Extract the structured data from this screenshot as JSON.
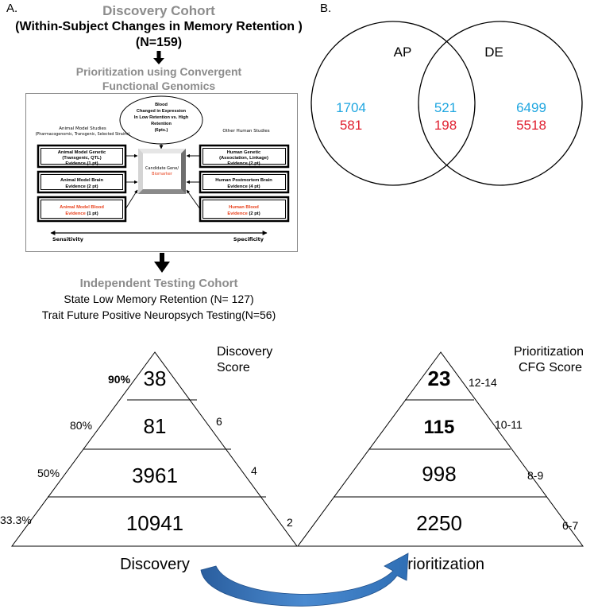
{
  "panel_a_label": "A.",
  "panel_b_label": "B.",
  "discovery": {
    "title": "Discovery Cohort",
    "subtitle": "(Within-Subject Changes in Memory Retention )",
    "n": "(N=159)"
  },
  "prioritization": {
    "line1": "Prioritization using Convergent",
    "line2": "Functional Genomics"
  },
  "cfg": {
    "blood_l1": "Blood",
    "blood_l2": "Changed in Expression",
    "blood_l3": "In Low Retention vs. High",
    "blood_l4": "Retention",
    "blood_l5": "(6pts.)",
    "animal_header": "Animal Model Studies",
    "animal_sub": "(Pharmacogenomic, Transgenic, Selected Strains)",
    "human_header": "Other Human Studies",
    "am_genetic_l1": "Animal Model Genetic",
    "am_genetic_l2": "(Transgenic, QTL)",
    "am_genetic_l3": "Evidence (1 pt)",
    "am_brain_l1": "Animal Model Brain",
    "am_brain_l2": "Evidence (2 pt)",
    "am_blood_l1": "Animal Model  Blood",
    "am_blood_l2": "Evidence",
    "am_blood_l2b": " (1 pt)",
    "h_genetic_l1": "Human Genetic",
    "h_genetic_l2": "(Association, Linkage)",
    "h_genetic_l3": "Evidence (2 pt)",
    "h_brain_l1": "Human Postmortem Brain",
    "h_brain_l2": "Evidence (4 pt)",
    "h_blood_l1": "Human Blood",
    "h_blood_l2": "Evidence",
    "h_blood_l2b": " (2 pt)",
    "candidate_l1": "Candidate Gene/",
    "candidate_l2": "Biomarker",
    "sensitivity": "Sensitivity",
    "specificity": "Specificity",
    "red": "#e8401c"
  },
  "testing": {
    "title": "Independent Testing Cohort",
    "state": "State Low Memory Retention (N= 127)",
    "trait": "Trait Future Positive Neuropsych Testing(N=56)"
  },
  "venn": {
    "left_label": "AP",
    "right_label": "DE",
    "left_top": "1704",
    "left_bottom": "581",
    "mid_top": "521",
    "mid_bottom": "198",
    "right_top": "6499",
    "right_bottom": "5518",
    "color_top": "#1fa6e0",
    "color_bottom": "#e02030"
  },
  "discovery_pyramid": {
    "label": "Discovery",
    "score_l1": "Discovery",
    "score_l2": "Score",
    "levels": [
      "38",
      "81",
      "3961",
      "10941"
    ],
    "percents": [
      "90%",
      "80%",
      "50%",
      "33.3%"
    ],
    "scores": [
      "6",
      "4",
      "2"
    ]
  },
  "prioritization_pyramid": {
    "label": "Prioritization",
    "score_l1": "Prioritization",
    "score_l2": "CFG Score",
    "levels": [
      "23",
      "115",
      "998",
      "2250"
    ],
    "ranges": [
      "12-14",
      "10-11",
      "8-9",
      "6-7"
    ]
  },
  "arrow_color": "#2f6fb5"
}
